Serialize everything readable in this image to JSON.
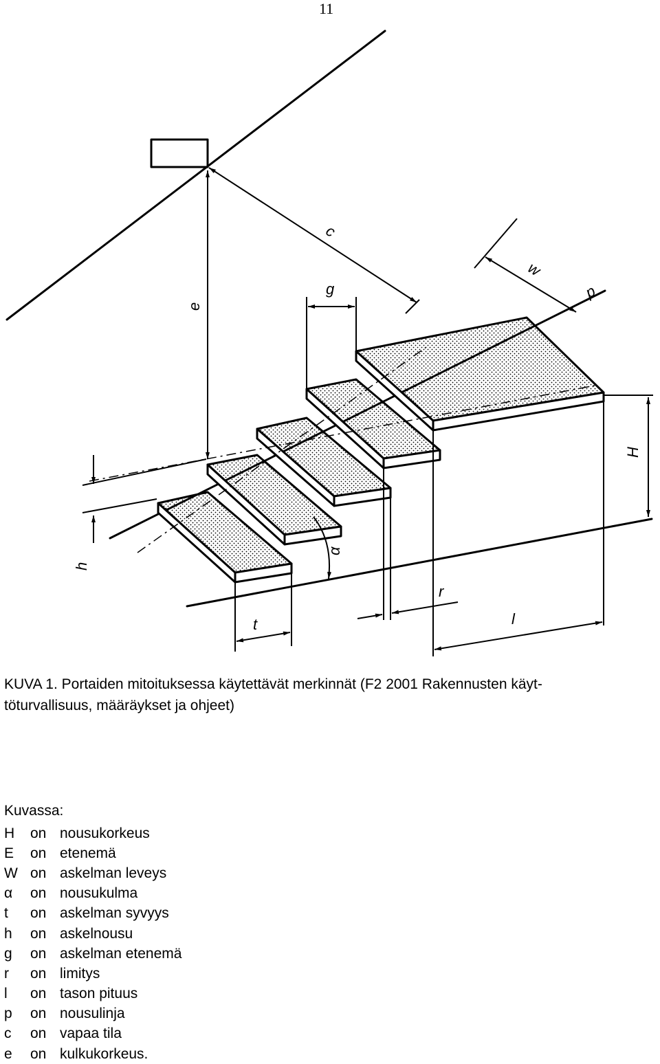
{
  "page_number": "11",
  "figure": {
    "labels": {
      "c": "c",
      "w": "w",
      "p": "p",
      "g": "g",
      "e": "e",
      "H": "H",
      "h": "h",
      "alpha": "α",
      "r": "r",
      "t": "t",
      "l": "l"
    }
  },
  "caption": {
    "line1": "KUVA 1. Portaiden mitoituksessa käytettävät merkinnät (F2 2001 Rakennusten käyt-",
    "line2": "töturvallisuus, määräykset ja ohjeet)"
  },
  "legend": {
    "intro": "Kuvassa:",
    "items": [
      {
        "symbol": "H",
        "on": "on",
        "text": "nousukorkeus"
      },
      {
        "symbol": "E",
        "on": "on",
        "text": "etenemä"
      },
      {
        "symbol": "W",
        "on": "on",
        "text": "askelman leveys"
      },
      {
        "symbol": "α",
        "on": "on",
        "text": "nousukulma"
      },
      {
        "symbol": "t",
        "on": "on",
        "text": "askelman syvyys"
      },
      {
        "symbol": "h",
        "on": "on",
        "text": "askelnousu"
      },
      {
        "symbol": "g",
        "on": "on",
        "text": "askelman etenemä"
      },
      {
        "symbol": "r",
        "on": "on",
        "text": "limitys"
      },
      {
        "symbol": "l",
        "on": "on",
        "text": "tason pituus"
      },
      {
        "symbol": "p",
        "on": "on",
        "text": "nousulinja"
      },
      {
        "symbol": "c",
        "on": "on",
        "text": "vapaa tila"
      },
      {
        "symbol": "e",
        "on": "on",
        "text": "kulkukorkeus."
      }
    ]
  }
}
